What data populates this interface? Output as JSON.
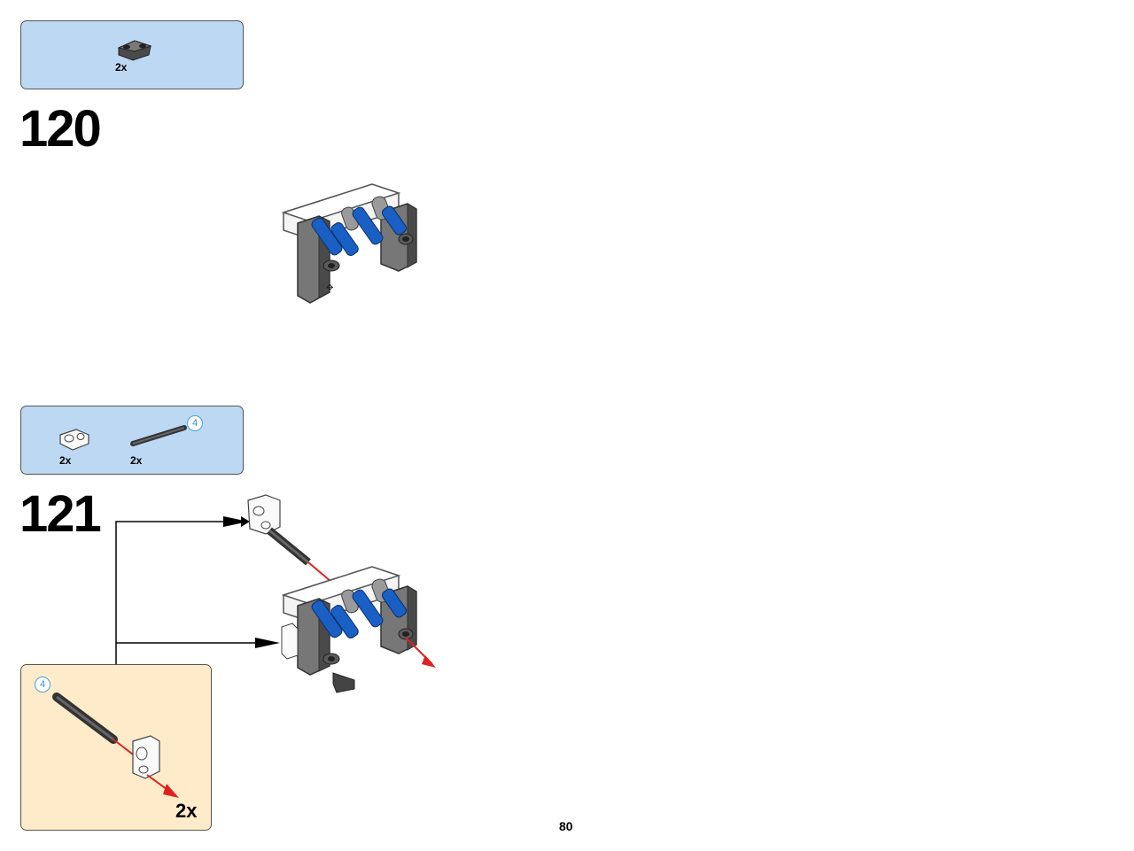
{
  "step120": {
    "number": "120",
    "parts": [
      {
        "icon": "dark-gray-axle-pin-connector-icon",
        "qty": "2x"
      }
    ]
  },
  "step121": {
    "number": "121",
    "parts": [
      {
        "icon": "white-cross-block-icon",
        "qty": "2x"
      },
      {
        "icon": "black-axle-icon",
        "qty": "2x",
        "length": "4"
      }
    ],
    "subassembly": {
      "axle_length": "4",
      "multiplier": "2x"
    }
  },
  "page_number": "80",
  "colors": {
    "parts_box": "#bcd8f2",
    "subassembly_box": "#fdebc9",
    "blue_pin": "#1a5fc4",
    "dark_gray": "#555555",
    "arrow_red": "#e02020"
  }
}
